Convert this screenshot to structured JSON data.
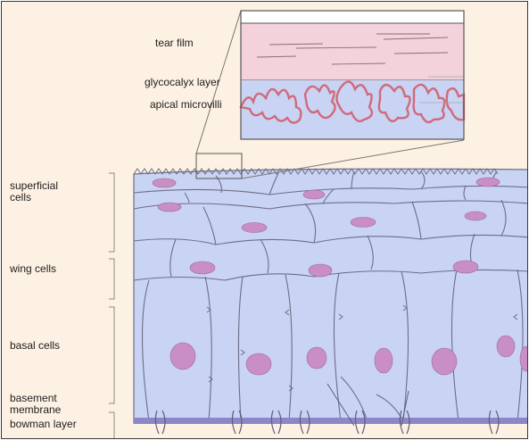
{
  "zoom_labels": {
    "tear_film": "tear film",
    "glycocalyx": "glycocalyx layer",
    "microvilli": "apical microvilli"
  },
  "layer_labels": {
    "superficial": "superficial cells",
    "wing": "wing cells",
    "basal": "basal cells",
    "basement": "basement membrane",
    "bowman": "bowman layer"
  },
  "colors": {
    "background": "#fdf1e3",
    "cell_fill": "#c9d3f3",
    "cell_outline": "#6d6e86",
    "nucleus": "#c98fc4",
    "tear_film": "#f3d2dc",
    "microvilli_outline": "#d06a7a",
    "bowman_layer": "#8b87c8"
  }
}
